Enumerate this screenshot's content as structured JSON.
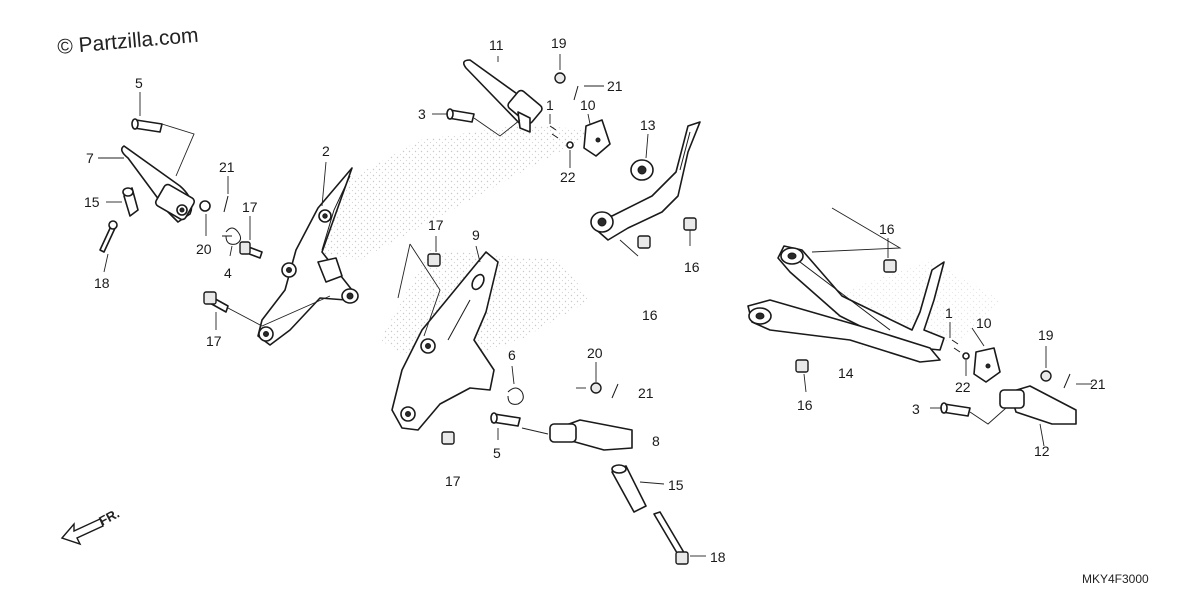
{
  "watermark": "© Partzilla.com",
  "diagram_code": "MKY4F3000",
  "front_marker": "FR.",
  "callouts": [
    {
      "id": "c5a",
      "text": "5"
    },
    {
      "id": "c7",
      "text": "7"
    },
    {
      "id": "c15a",
      "text": "15"
    },
    {
      "id": "c18a",
      "text": "18"
    },
    {
      "id": "c21a",
      "text": "21"
    },
    {
      "id": "c20a",
      "text": "20"
    },
    {
      "id": "c4",
      "text": "4"
    },
    {
      "id": "c17a",
      "text": "17"
    },
    {
      "id": "c2",
      "text": "2"
    },
    {
      "id": "c17b",
      "text": "17"
    },
    {
      "id": "c11",
      "text": "11"
    },
    {
      "id": "c19a",
      "text": "19"
    },
    {
      "id": "c21b",
      "text": "21"
    },
    {
      "id": "c3a",
      "text": "3"
    },
    {
      "id": "c1a",
      "text": "1"
    },
    {
      "id": "c10a",
      "text": "10"
    },
    {
      "id": "c22a",
      "text": "22"
    },
    {
      "id": "c13",
      "text": "13"
    },
    {
      "id": "c16a",
      "text": "16"
    },
    {
      "id": "c16b",
      "text": "16"
    },
    {
      "id": "c17c",
      "text": "17"
    },
    {
      "id": "c9",
      "text": "9"
    },
    {
      "id": "c6",
      "text": "6"
    },
    {
      "id": "c20b",
      "text": "20"
    },
    {
      "id": "c21c",
      "text": "21"
    },
    {
      "id": "c5b",
      "text": "5"
    },
    {
      "id": "c8",
      "text": "8"
    },
    {
      "id": "c17d",
      "text": "17"
    },
    {
      "id": "c15b",
      "text": "15"
    },
    {
      "id": "c18b",
      "text": "18"
    },
    {
      "id": "c16c",
      "text": "16"
    },
    {
      "id": "c16d",
      "text": "16"
    },
    {
      "id": "c14",
      "text": "14"
    },
    {
      "id": "c1b",
      "text": "1"
    },
    {
      "id": "c10b",
      "text": "10"
    },
    {
      "id": "c22b",
      "text": "22"
    },
    {
      "id": "c19b",
      "text": "19"
    },
    {
      "id": "c21d",
      "text": "21"
    },
    {
      "id": "c3b",
      "text": "3"
    },
    {
      "id": "c12",
      "text": "12"
    }
  ]
}
